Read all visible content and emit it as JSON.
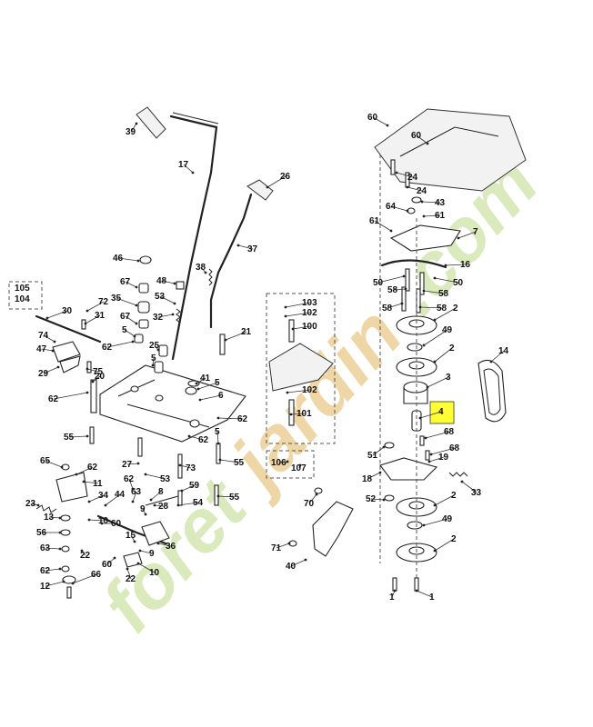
{
  "diagram": {
    "type": "exploded parts diagram",
    "highlight_color": "#ffff33",
    "highlighted_part": "4",
    "watermark": {
      "text": "foretjardin.com",
      "colors": [
        "#e9c98a",
        "#cfe3a6"
      ]
    },
    "callouts": [
      {
        "id": "c39",
        "label": "39"
      },
      {
        "id": "c17",
        "label": "17"
      },
      {
        "id": "c26",
        "label": "26"
      },
      {
        "id": "c37",
        "label": "37"
      },
      {
        "id": "c46",
        "label": "46"
      },
      {
        "id": "c67a",
        "label": "67"
      },
      {
        "id": "c48",
        "label": "48"
      },
      {
        "id": "c38",
        "label": "38"
      },
      {
        "id": "c53a",
        "label": "53"
      },
      {
        "id": "c105",
        "label": "105"
      },
      {
        "id": "c104",
        "label": "104"
      },
      {
        "id": "c30",
        "label": "30"
      },
      {
        "id": "c72",
        "label": "72"
      },
      {
        "id": "c31",
        "label": "31"
      },
      {
        "id": "c35",
        "label": "35"
      },
      {
        "id": "c67b",
        "label": "67"
      },
      {
        "id": "c32",
        "label": "32"
      },
      {
        "id": "c21",
        "label": "21"
      },
      {
        "id": "c74",
        "label": "74"
      },
      {
        "id": "c47",
        "label": "47"
      },
      {
        "id": "c62a",
        "label": "62"
      },
      {
        "id": "c5a",
        "label": "5"
      },
      {
        "id": "c25",
        "label": "25"
      },
      {
        "id": "c5b",
        "label": "5"
      },
      {
        "id": "c29",
        "label": "29"
      },
      {
        "id": "c75",
        "label": "75"
      },
      {
        "id": "c20",
        "label": "20"
      },
      {
        "id": "c41",
        "label": "41"
      },
      {
        "id": "c62b",
        "label": "62"
      },
      {
        "id": "c6",
        "label": "6"
      },
      {
        "id": "c5c",
        "label": "5"
      },
      {
        "id": "c62c",
        "label": "62"
      },
      {
        "id": "c55a",
        "label": "55"
      },
      {
        "id": "c62d",
        "label": "62"
      },
      {
        "id": "c5d",
        "label": "5"
      },
      {
        "id": "c55b",
        "label": "55"
      },
      {
        "id": "c65",
        "label": "65"
      },
      {
        "id": "c62e",
        "label": "62"
      },
      {
        "id": "c27",
        "label": "27"
      },
      {
        "id": "c53b",
        "label": "53"
      },
      {
        "id": "c73",
        "label": "73"
      },
      {
        "id": "c11",
        "label": "11"
      },
      {
        "id": "c34",
        "label": "34"
      },
      {
        "id": "c44",
        "label": "44"
      },
      {
        "id": "c62f",
        "label": "62"
      },
      {
        "id": "c63a",
        "label": "63"
      },
      {
        "id": "c8",
        "label": "8"
      },
      {
        "id": "c59",
        "label": "59"
      },
      {
        "id": "c55c",
        "label": "55"
      },
      {
        "id": "c23",
        "label": "23"
      },
      {
        "id": "c9a",
        "label": "9"
      },
      {
        "id": "c28",
        "label": "28"
      },
      {
        "id": "c54",
        "label": "54"
      },
      {
        "id": "c13",
        "label": "13"
      },
      {
        "id": "c10a",
        "label": "10"
      },
      {
        "id": "c60a",
        "label": "60"
      },
      {
        "id": "c56",
        "label": "56"
      },
      {
        "id": "c63b",
        "label": "63"
      },
      {
        "id": "c15",
        "label": "15"
      },
      {
        "id": "c9b",
        "label": "9"
      },
      {
        "id": "c36",
        "label": "36"
      },
      {
        "id": "c22a",
        "label": "22"
      },
      {
        "id": "c60b",
        "label": "60"
      },
      {
        "id": "c10b",
        "label": "10"
      },
      {
        "id": "c62g",
        "label": "62"
      },
      {
        "id": "c66",
        "label": "66"
      },
      {
        "id": "c22b",
        "label": "22"
      },
      {
        "id": "c12",
        "label": "12"
      },
      {
        "id": "c103",
        "label": "103"
      },
      {
        "id": "c102a",
        "label": "102"
      },
      {
        "id": "c100",
        "label": "100"
      },
      {
        "id": "c102b",
        "label": "102"
      },
      {
        "id": "c101",
        "label": "101"
      },
      {
        "id": "c106",
        "label": "106"
      },
      {
        "id": "c107",
        "label": "107"
      },
      {
        "id": "c70",
        "label": "70"
      },
      {
        "id": "c71",
        "label": "71"
      },
      {
        "id": "c40",
        "label": "40"
      },
      {
        "id": "c60c",
        "label": "60"
      },
      {
        "id": "c60d",
        "label": "60"
      },
      {
        "id": "c24a",
        "label": "24"
      },
      {
        "id": "c24b",
        "label": "24"
      },
      {
        "id": "c64",
        "label": "64"
      },
      {
        "id": "c43",
        "label": "43"
      },
      {
        "id": "c61a",
        "label": "61"
      },
      {
        "id": "c61b",
        "label": "61"
      },
      {
        "id": "c7",
        "label": "7"
      },
      {
        "id": "c16",
        "label": "16"
      },
      {
        "id": "c50a",
        "label": "50"
      },
      {
        "id": "c58a",
        "label": "58"
      },
      {
        "id": "c58b",
        "label": "58"
      },
      {
        "id": "c50b",
        "label": "50"
      },
      {
        "id": "c58c",
        "label": "58"
      },
      {
        "id": "c58d",
        "label": "58"
      },
      {
        "id": "c2a",
        "label": "2"
      },
      {
        "id": "c49a",
        "label": "49"
      },
      {
        "id": "c2b",
        "label": "2"
      },
      {
        "id": "c14",
        "label": "14"
      },
      {
        "id": "c3",
        "label": "3"
      },
      {
        "id": "c4",
        "label": "4"
      },
      {
        "id": "c68a",
        "label": "68"
      },
      {
        "id": "c51",
        "label": "51"
      },
      {
        "id": "c68b",
        "label": "68"
      },
      {
        "id": "c19",
        "label": "19"
      },
      {
        "id": "c18",
        "label": "18"
      },
      {
        "id": "c33",
        "label": "33"
      },
      {
        "id": "c52",
        "label": "52"
      },
      {
        "id": "c2c",
        "label": "2"
      },
      {
        "id": "c49b",
        "label": "49"
      },
      {
        "id": "c2d",
        "label": "2"
      },
      {
        "id": "c1a",
        "label": "1"
      },
      {
        "id": "c1b",
        "label": "1"
      }
    ]
  }
}
